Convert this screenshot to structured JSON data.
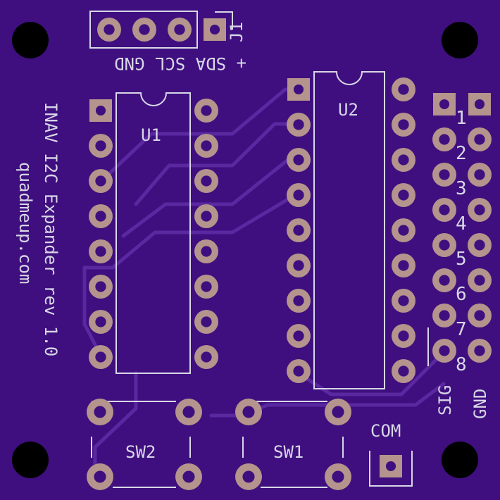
{
  "colors": {
    "board": "#3f0f7f",
    "trace": "#5a28a0",
    "silk": "#d7d7e6",
    "pad": "#b4948c",
    "hole": "#3f0f7f",
    "mount_hole": "#000000"
  },
  "labels": {
    "j1": "J1",
    "j1_pins": "+ SDA SCL GND",
    "u1": "U1",
    "u2": "U2",
    "side_title": "INAV I2C Expander rev 1.0",
    "side_url": "quadmeup.com",
    "sw1": "SW1",
    "sw2": "SW2",
    "com": "COM",
    "sig": "SIG",
    "gnd": "GND",
    "row_numbers": [
      "1",
      "2",
      "3",
      "4",
      "5",
      "6",
      "7",
      "8"
    ]
  }
}
